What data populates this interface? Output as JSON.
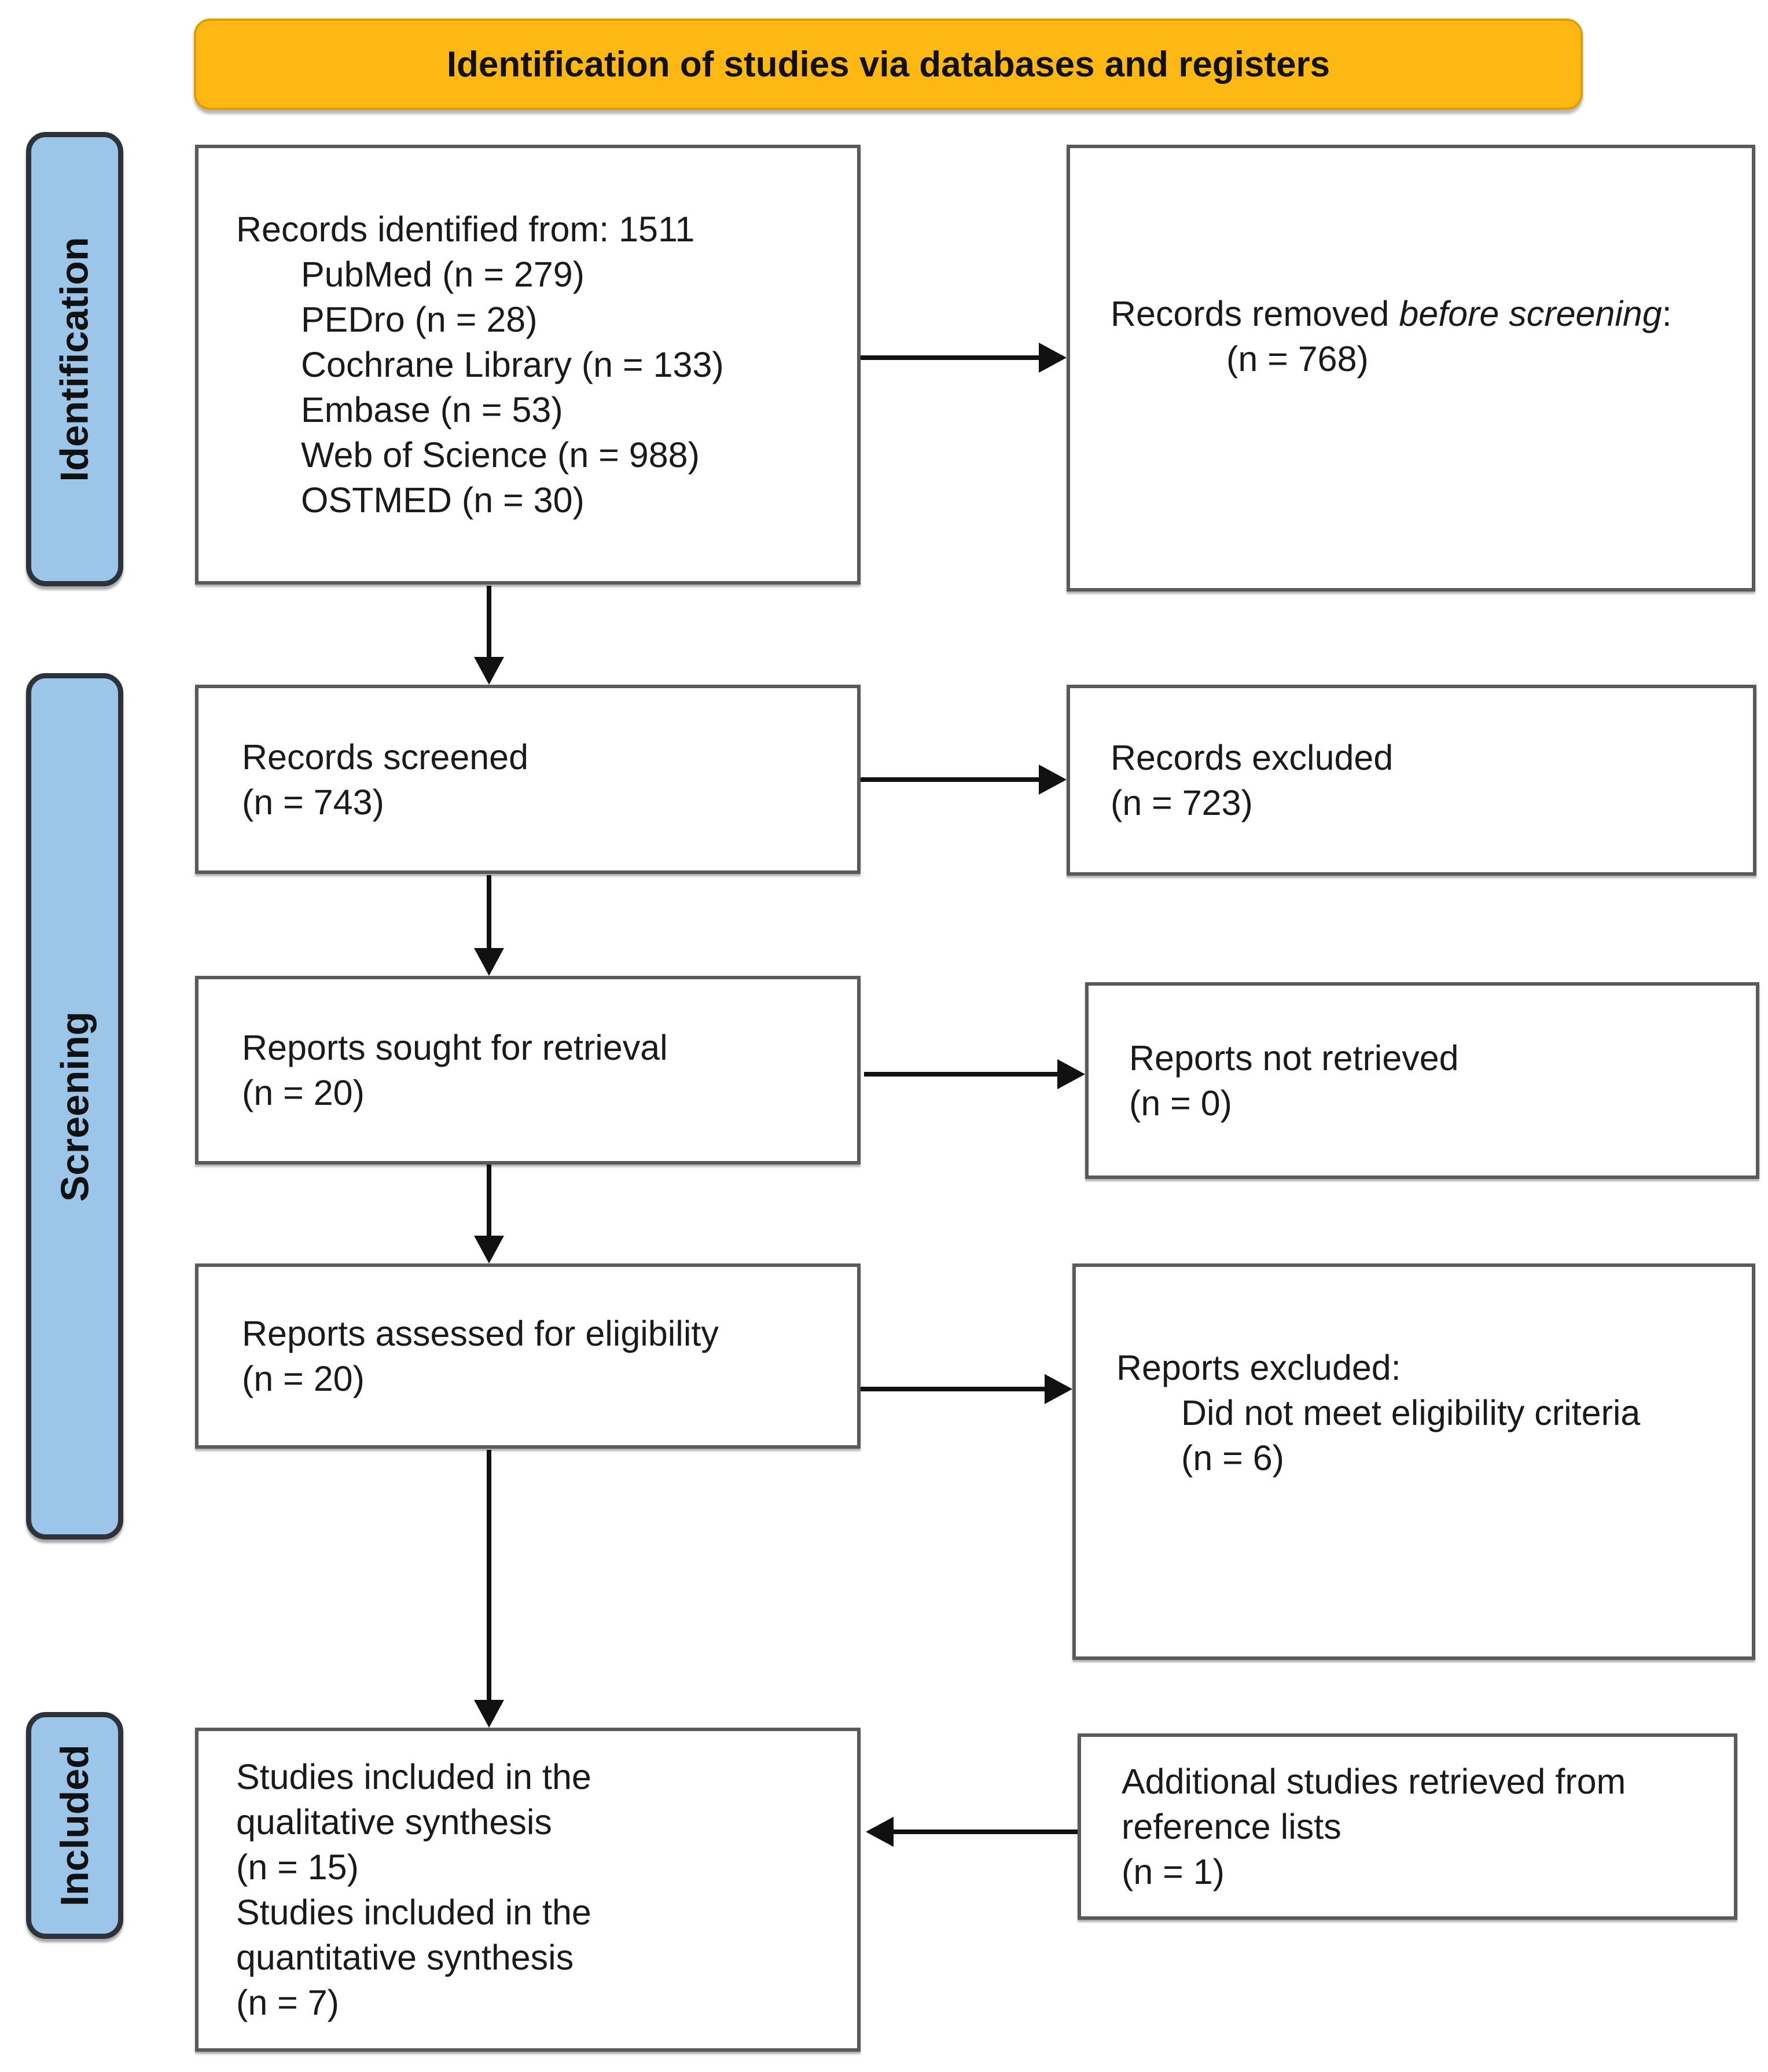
{
  "header": {
    "title": "Identification of studies via databases and registers"
  },
  "sidebar": {
    "items": [
      {
        "label": "Identification"
      },
      {
        "label": "Screening"
      },
      {
        "label": "Included"
      }
    ]
  },
  "boxes": {
    "records_identified": {
      "title": "Records identified from: 1511",
      "items": [
        "PubMed (n = 279)",
        "PEDro (n = 28)",
        "Cochrane Library (n = 133)",
        "Embase (n = 53)",
        "Web of Science (n = 988)",
        "OSTMED (n = 30)"
      ]
    },
    "records_removed": {
      "prefix": "Records removed ",
      "italic": "before screening",
      "suffix": ":",
      "count": "(n = 768)"
    },
    "records_screened": {
      "label": "Records screened",
      "count": "(n = 743)"
    },
    "records_excluded": {
      "label": "Records excluded",
      "count": "(n = 723)"
    },
    "reports_sought": {
      "label": "Reports sought for retrieval",
      "count": "(n = 20)"
    },
    "reports_not_retrieved": {
      "label": "Reports not retrieved",
      "count": "(n = 0)"
    },
    "reports_assessed": {
      "label": "Reports assessed for eligibility",
      "count": "(n = 20)"
    },
    "reports_excluded": {
      "label": "Reports excluded:",
      "reason": "Did not meet eligibility criteria",
      "count": "(n = 6)"
    },
    "studies_included": {
      "lines": [
        "Studies included in the",
        "qualitative synthesis",
        "(n = 15)",
        "Studies included in the",
        "quantitative synthesis",
        "(n = 7)"
      ]
    },
    "additional_studies": {
      "lines": [
        "Additional studies retrieved from",
        "reference lists",
        "(n = 1)"
      ]
    }
  },
  "colors": {
    "accent_orange": "#FDB813",
    "accent_orange_border": "#E09C00",
    "stage_blue": "#9CC6E9",
    "stage_blue_border": "#2E333B",
    "box_border": "#5A5A5A",
    "arrow_black": "#111111"
  }
}
